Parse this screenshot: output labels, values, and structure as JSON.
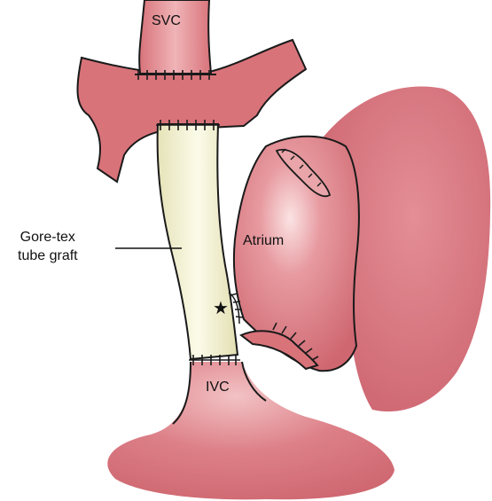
{
  "labels": {
    "svc": "SVC",
    "atrium": "Atrium",
    "ivc": "IVC",
    "graft_line1": "Gore-tex",
    "graft_line2": "tube graft"
  },
  "marker": {
    "symbol": "★"
  },
  "colors": {
    "vessel": "#d9737a",
    "vessel_dark": "#c75963",
    "vessel_light": "#f3c3c4",
    "graft": "#efecc6",
    "graft_highlight": "#fbfbe9",
    "outline": "#1a1a1a"
  }
}
